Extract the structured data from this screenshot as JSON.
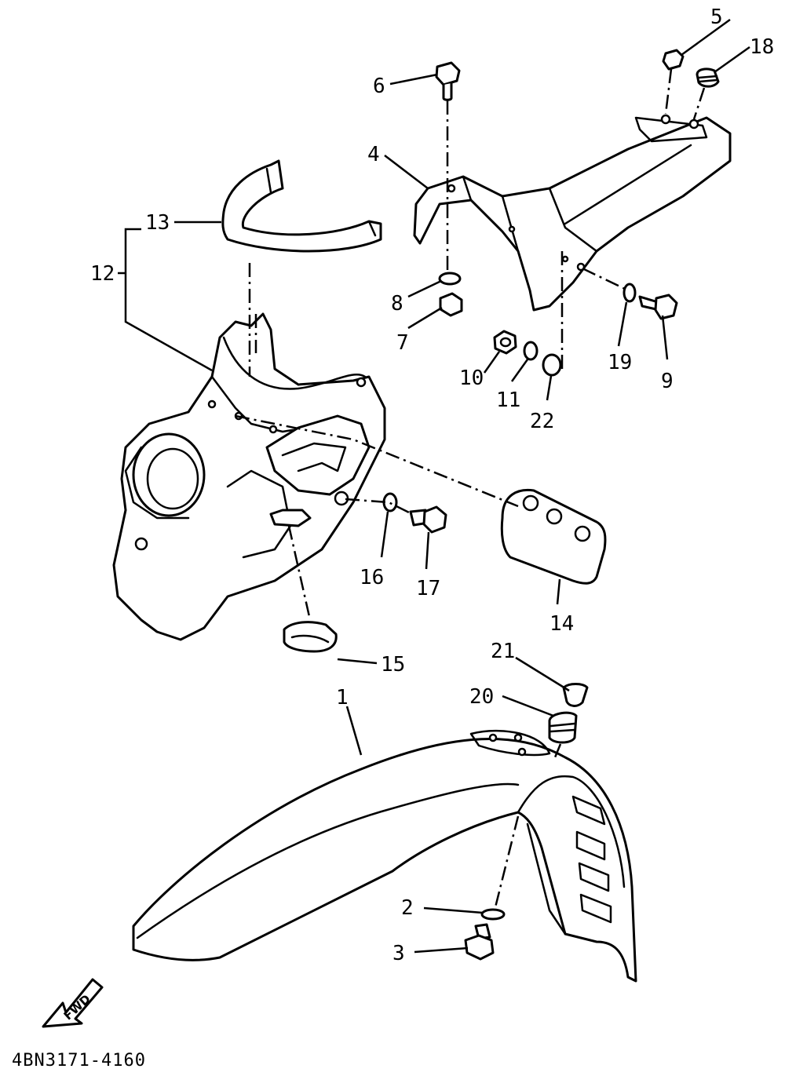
{
  "callouts": {
    "c1": "1",
    "c2": "2",
    "c3": "3",
    "c4": "4",
    "c5": "5",
    "c6": "6",
    "c7": "7",
    "c8": "8",
    "c9": "9",
    "c10": "10",
    "c11": "11",
    "c12": "12",
    "c13": "13",
    "c14": "14",
    "c15": "15",
    "c16": "16",
    "c17": "17",
    "c18": "18",
    "c19": "19",
    "c20": "20",
    "c21": "21",
    "c22": "22"
  },
  "fwd_label": "FWD",
  "drawing_number": "4BN3171-4160"
}
